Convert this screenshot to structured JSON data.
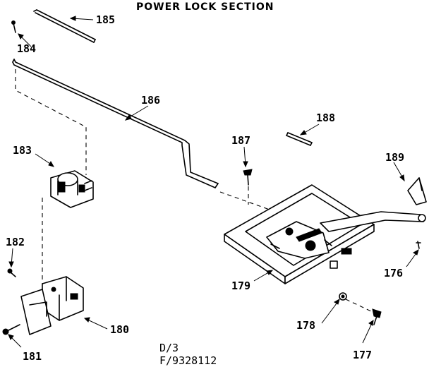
{
  "title": "POWER LOCK SECTION",
  "parts": {
    "p176": "176",
    "p177": "177",
    "p178": "178",
    "p179": "179",
    "p180": "180",
    "p181": "181",
    "p182": "182",
    "p183": "183",
    "p184": "184",
    "p185": "185",
    "p186": "186",
    "p187": "187",
    "p188": "188",
    "p189": "189"
  },
  "footer": {
    "line1": "D/3",
    "line2": "F/9328112"
  }
}
